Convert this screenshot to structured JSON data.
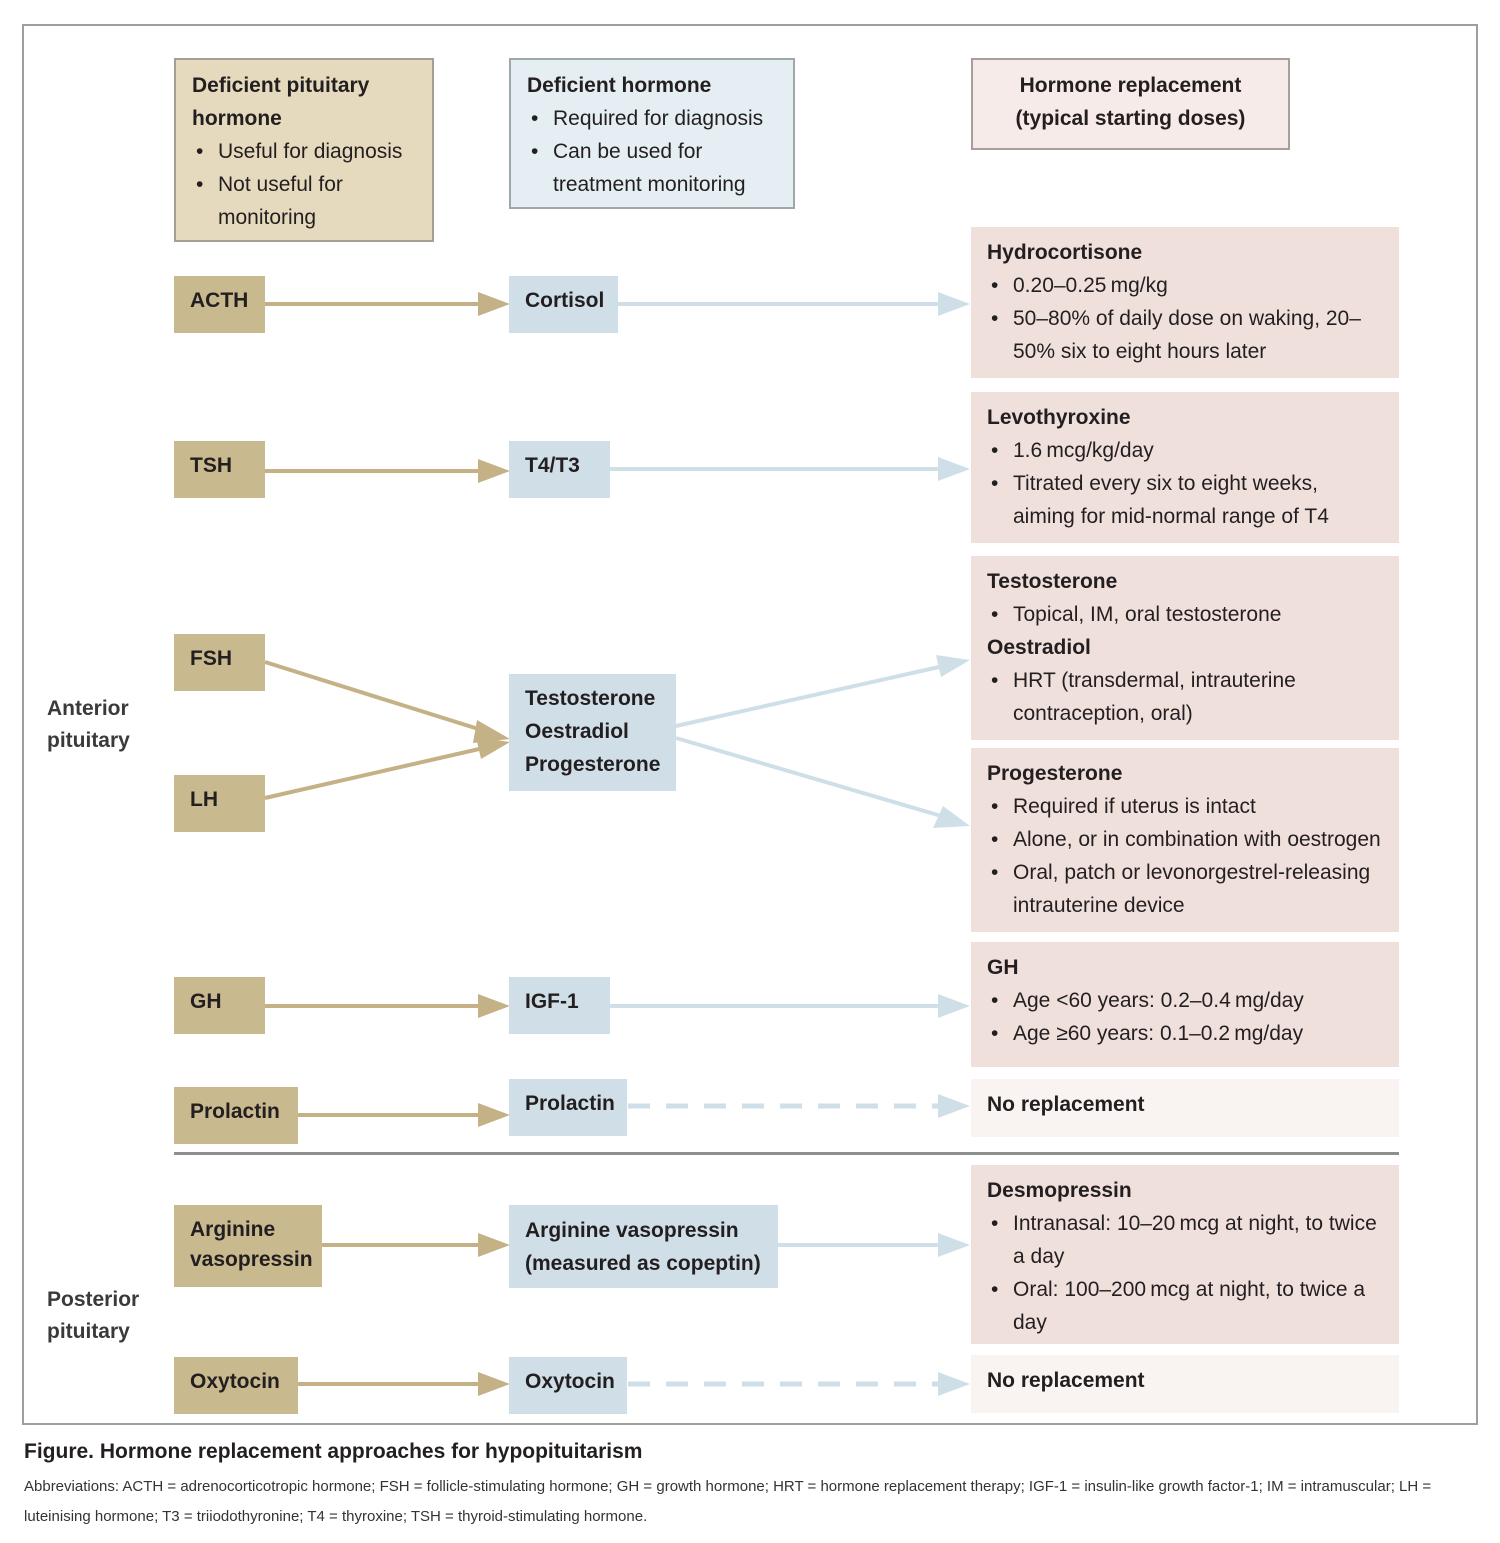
{
  "headers": {
    "pituitary": {
      "title": "Deficient pituitary hormone",
      "bullets": [
        "Useful for diagnosis",
        "Not useful for monitoring"
      ]
    },
    "hormone": {
      "title": "Deficient hormone",
      "bullets": [
        "Required for diagnosis",
        "Can be used for treatment monitoring"
      ]
    },
    "replacement": {
      "title_line1": "Hormone replacement",
      "title_line2": "(typical starting doses)"
    }
  },
  "side_labels": {
    "anterior": {
      "line1": "Anterior",
      "line2": "pituitary"
    },
    "posterior": {
      "line1": "Posterior",
      "line2": "pituitary"
    }
  },
  "pituitary_hormones": {
    "acth": "ACTH",
    "tsh": "TSH",
    "fsh": "FSH",
    "lh": "LH",
    "gh": "GH",
    "prolactin": "Prolactin",
    "avp_line1": "Arginine",
    "avp_line2": "vasopressin",
    "oxytocin": "Oxytocin"
  },
  "deficient_hormones": {
    "cortisol": "Cortisol",
    "t4t3": "T4/T3",
    "sex_line1": "Testosterone",
    "sex_line2": "Oestradiol",
    "sex_line3": "Progesterone",
    "igf1": "IGF-1",
    "prolactin": "Prolactin",
    "avp_line1": "Arginine vasopressin",
    "avp_line2": "(measured as copeptin)",
    "oxytocin": "Oxytocin"
  },
  "replacements": {
    "hydrocortisone": {
      "title": "Hydrocortisone",
      "bullets": [
        "0.20–0.25 mg/kg",
        "50–80% of daily dose on waking, 20–50% six to eight hours later"
      ]
    },
    "levothyroxine": {
      "title": "Levothyroxine",
      "bullets": [
        "1.6 mcg/kg/day",
        "Titrated every six to eight weeks, aiming for mid-normal range of T4"
      ]
    },
    "sex": {
      "title1": "Testosterone",
      "bullets1": [
        "Topical, IM, oral testosterone"
      ],
      "title2": "Oestradiol",
      "bullets2": [
        "HRT (transdermal, intrauterine contraception, oral)"
      ]
    },
    "progesterone": {
      "title": "Progesterone",
      "bullets": [
        "Required if uterus is intact",
        "Alone, or in combination with oestrogen",
        "Oral, patch or levonorgestrel-releasing intrauterine device"
      ]
    },
    "gh": {
      "title": "GH",
      "bullets": [
        "Age <60 years: 0.2–0.4 mg/day",
        "Age ≥60 years: 0.1–0.2 mg/day"
      ]
    },
    "prolactin": "No replacement",
    "desmopressin": {
      "title": "Desmopressin",
      "bullets": [
        "Intranasal: 10–20 mcg at night, to twice a day",
        "Oral: 100–200 mcg at night, to twice a day"
      ]
    },
    "oxytocin": "No replacement"
  },
  "caption": "Figure. Hormone replacement approaches for hypopituitarism",
  "abbreviations": "Abbreviations: ACTH = adrenocorticotropic hormone; FSH = follicle-stimulating hormone; GH = growth hormone; HRT = hormone replacement therapy; IGF-1 = insulin-like growth factor-1; IM = intramuscular; LH = luteinising hormone; T3 = triiodothyronine; T4 = thyroxine; TSH = thyroid-stimulating hormone.",
  "colors": {
    "pituitary_box": "#c9b98e",
    "hormone_box": "#d0dfe7",
    "replacement_box": "#f0e0dc",
    "no_replacement_box": "#f9f3f1",
    "tan_arrow": "#c5b186",
    "blue_arrow": "#cfdfe8"
  }
}
